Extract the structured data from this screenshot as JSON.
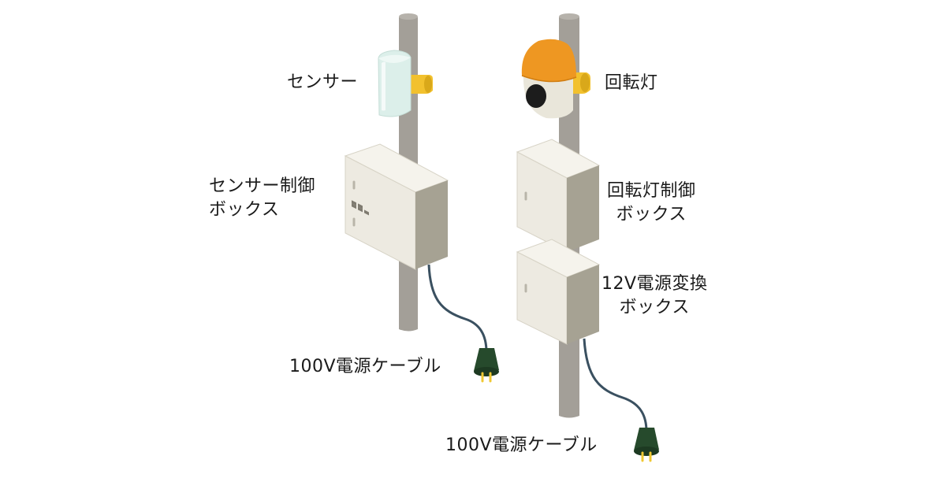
{
  "labels": {
    "sensor": "センサー",
    "sensor_box_line1": "センサー制御",
    "sensor_box_line2": "ボックス",
    "cable_left": "100V電源ケーブル",
    "rotating_light": "回転灯",
    "light_box_line1": "回転灯制御",
    "light_box_line2": "ボックス",
    "power_box_line1": "12V電源変換",
    "power_box_line2": "ボックス",
    "cable_right": "100V電源ケーブル"
  },
  "colors": {
    "pole": "#a39f98",
    "box_front": "#edeae1",
    "box_top": "#f5f3ec",
    "box_side": "#a6a293",
    "bracket": "#f2c12e",
    "light_dome": "#ee9722",
    "cable": "#3a5060",
    "plug": "#264a2c",
    "plug_pins": "#f0c832",
    "sensor": "#dcefea"
  }
}
